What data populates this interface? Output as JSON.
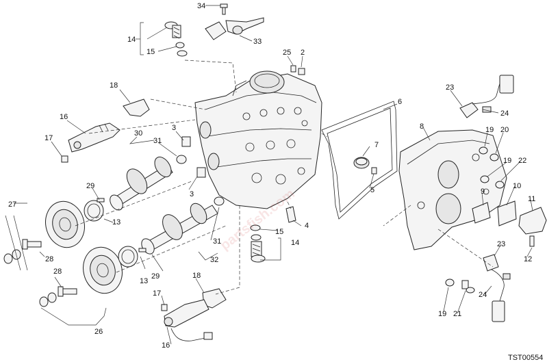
{
  "diagram": {
    "labels": [
      "34",
      "33",
      "14",
      "15",
      "25",
      "2",
      "18",
      "16",
      "17",
      "30",
      "3",
      "31",
      "29",
      "27",
      "13",
      "28",
      "26",
      "6",
      "7",
      "5",
      "4",
      "32",
      "23",
      "24",
      "8",
      "19",
      "20",
      "22",
      "10",
      "11",
      "9",
      "12",
      "21"
    ],
    "code": "TST00554",
    "watermark": "partsfish.com"
  }
}
